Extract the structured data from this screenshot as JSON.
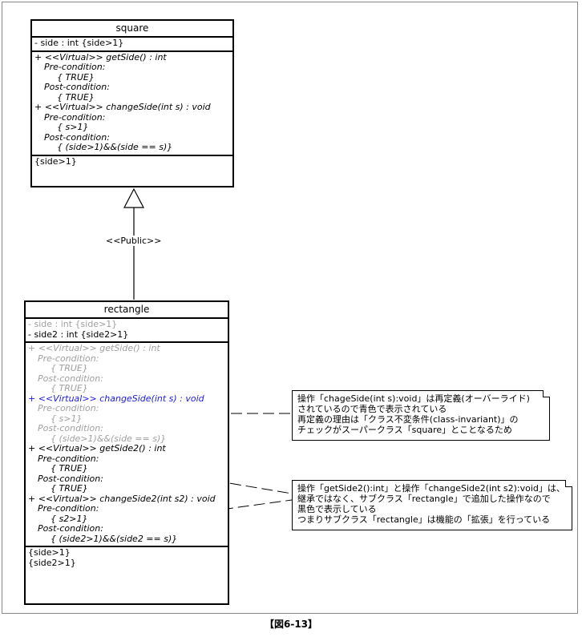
{
  "square": {
    "name": "square",
    "attributes": [
      "- side : int {side>1}"
    ],
    "operations": [
      {
        "text": "+ <<Virtual>> getSide() : int",
        "indent": 0
      },
      {
        "text": "Pre-condition:",
        "indent": 1
      },
      {
        "text": "{ TRUE}",
        "indent": 2
      },
      {
        "text": "Post-condition:",
        "indent": 1
      },
      {
        "text": "{ TRUE}",
        "indent": 2
      },
      {
        "text": "+ <<Virtual>> changeSide(int s) : void",
        "indent": 0
      },
      {
        "text": "Pre-condition:",
        "indent": 1
      },
      {
        "text": "{ s>1}",
        "indent": 2
      },
      {
        "text": "Post-condition:",
        "indent": 1
      },
      {
        "text": "{ (side>1)&&(side == s)}",
        "indent": 2
      }
    ],
    "invariants": [
      "{side>1}"
    ]
  },
  "generalization_label": "<<Public>>",
  "rectangle": {
    "name": "rectangle",
    "attributes": [
      {
        "text": "- side : int {side>1}",
        "color": "grey"
      },
      {
        "text": "- side2 : int {side2>1}",
        "color": "black"
      }
    ],
    "operations": [
      {
        "text": "+ <<Virtual>> getSide() : int",
        "indent": 0,
        "color": "grey"
      },
      {
        "text": "Pre-condition:",
        "indent": 1,
        "color": "grey"
      },
      {
        "text": "{ TRUE}",
        "indent": 2,
        "color": "grey"
      },
      {
        "text": "Post-condition:",
        "indent": 1,
        "color": "grey"
      },
      {
        "text": "{ TRUE}",
        "indent": 2,
        "color": "grey"
      },
      {
        "text": "+ <<Virtual>> changeSide(int s) : void",
        "indent": 0,
        "color": "blue"
      },
      {
        "text": "Pre-condition:",
        "indent": 1,
        "color": "grey"
      },
      {
        "text": "{ s>1}",
        "indent": 2,
        "color": "grey"
      },
      {
        "text": "Post-condition:",
        "indent": 1,
        "color": "grey"
      },
      {
        "text": "{ (side>1)&&(side == s)}",
        "indent": 2,
        "color": "grey"
      },
      {
        "text": "+ <<Virtual>> getSide2() : int",
        "indent": 0,
        "color": "black"
      },
      {
        "text": "Pre-condition:",
        "indent": 1,
        "color": "black"
      },
      {
        "text": "{ TRUE}",
        "indent": 2,
        "color": "black"
      },
      {
        "text": "Post-condition:",
        "indent": 1,
        "color": "black"
      },
      {
        "text": "{ TRUE}",
        "indent": 2,
        "color": "black"
      },
      {
        "text": "+ <<Virtual>> changeSide2(int s2) : void",
        "indent": 0,
        "color": "black"
      },
      {
        "text": "Pre-condition:",
        "indent": 1,
        "color": "black"
      },
      {
        "text": "{ s2>1}",
        "indent": 2,
        "color": "black"
      },
      {
        "text": "Post-condition:",
        "indent": 1,
        "color": "black"
      },
      {
        "text": "{ (side2>1)&&(side2 == s)}",
        "indent": 2,
        "color": "black"
      }
    ],
    "invariants": [
      "{side>1}",
      "{side2>1}"
    ]
  },
  "note1": {
    "lines": [
      "操作「chageSide(int s):void」は再定義(オーバーライド)",
      "されているので青色で表示されている",
      "再定義の理由は「クラス不変条件(class-invariant)」の",
      "チェックがスーパークラス「square」とことなるため"
    ]
  },
  "note2": {
    "lines": [
      "操作「getSide2():int」と操作「changeSide2(int s2):void」は、",
      "継承ではなく、サブクラス「rectangle」で追加した操作なので",
      "黒色で表示している",
      "つまりサブクラス「rectangle」は機能の「拡張」を行っている"
    ]
  },
  "caption": "【図6-13】",
  "colors": {
    "grey": "#a0a0a0",
    "blue": "#1a1adc",
    "black": "#000000"
  }
}
